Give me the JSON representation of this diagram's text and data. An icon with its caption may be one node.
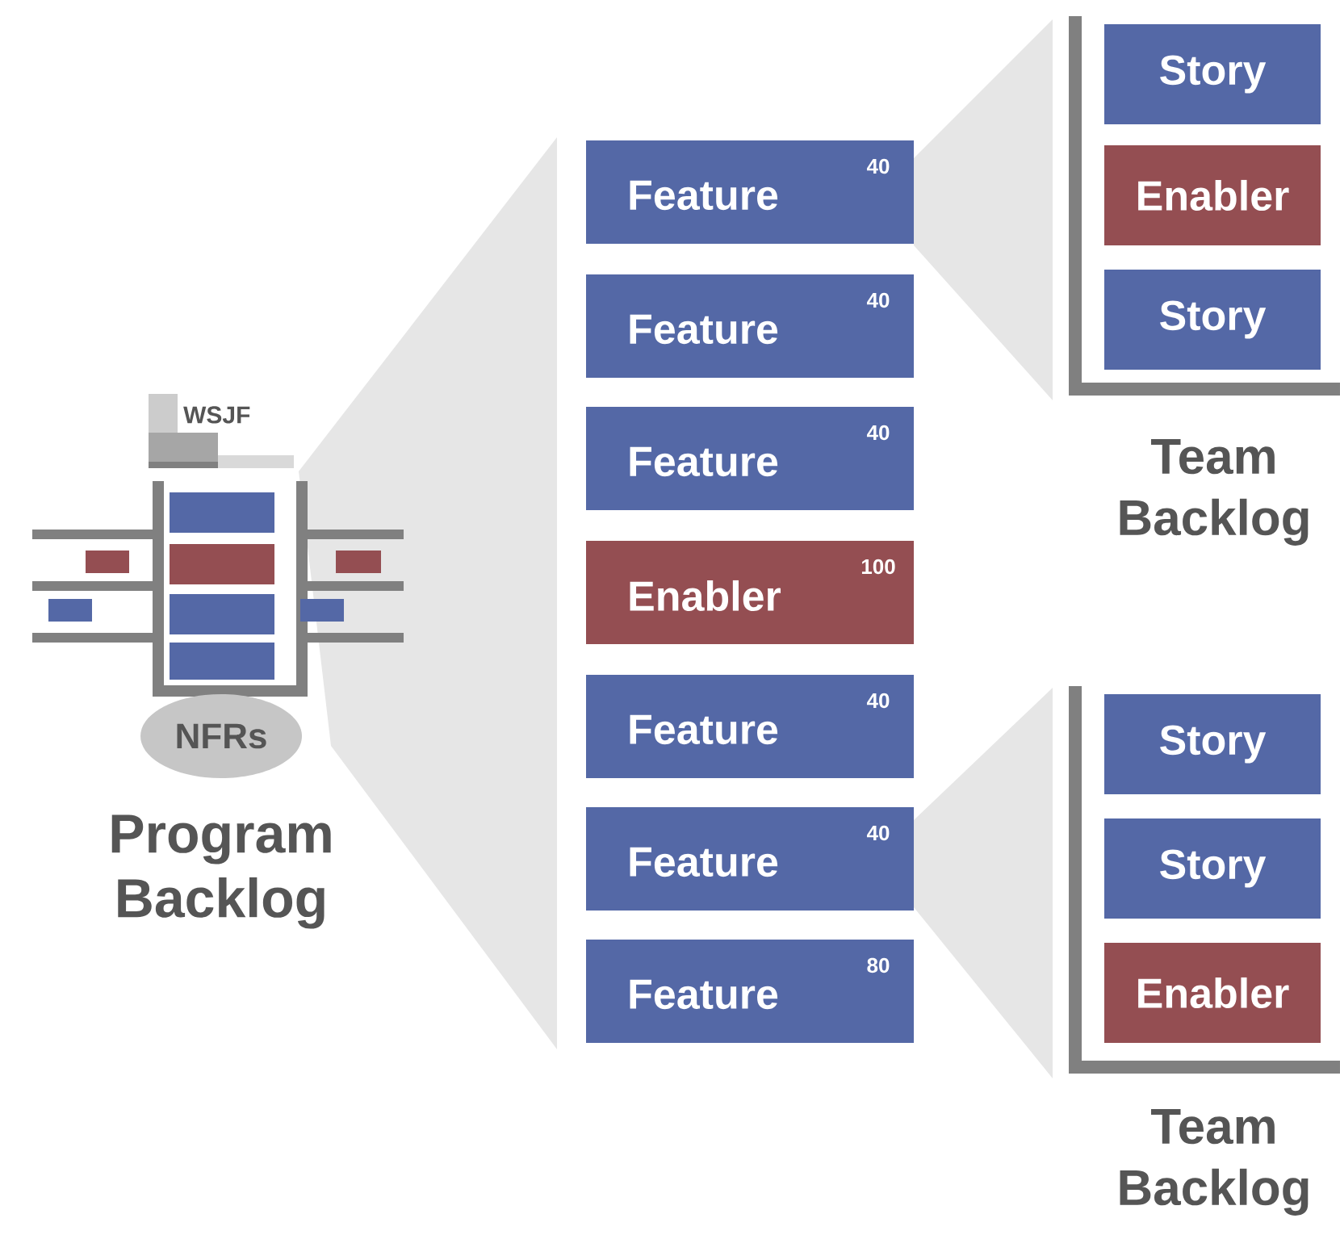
{
  "diagram": {
    "nodes": [
      {
        "text": [
          "WSJF",
          "Program Backlog"
        ]
      },
      {
        "text": [
          "NFRs"
        ],
        "in": 0
      },
      {
        "text": [
          "Feature",
          "40"
        ]
      },
      {
        "text": [
          "Feature",
          "40"
        ]
      },
      {
        "text": [
          "Feature",
          "40"
        ]
      },
      {
        "text": [
          "Enabler",
          "100"
        ]
      },
      {
        "text": [
          "Feature",
          "40"
        ]
      },
      {
        "text": [
          "Feature",
          "40"
        ]
      },
      {
        "text": [
          "Feature",
          "80"
        ]
      },
      {
        "text": [
          "Team Backlog"
        ]
      },
      {
        "text": [
          "Story"
        ],
        "in": 9
      },
      {
        "text": [
          "Enabler"
        ],
        "in": 9
      },
      {
        "text": [
          "Story"
        ],
        "in": 9
      },
      {
        "text": [
          "Team Backlog"
        ]
      },
      {
        "text": [
          "Story"
        ],
        "in": 13
      },
      {
        "text": [
          "Story"
        ],
        "in": 13
      },
      {
        "text": [
          "Enabler"
        ],
        "in": 13
      }
    ]
  }
}
